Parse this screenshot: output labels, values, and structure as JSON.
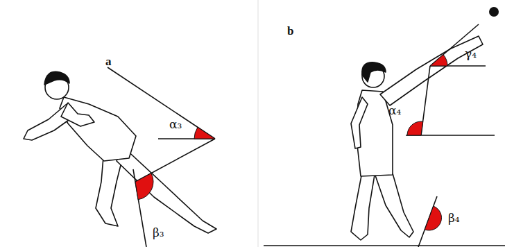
{
  "diagram": {
    "labels": [
      "a",
      "α₃",
      "β₃",
      "b",
      "γ₄",
      "α₄",
      "β₄"
    ]
  }
}
